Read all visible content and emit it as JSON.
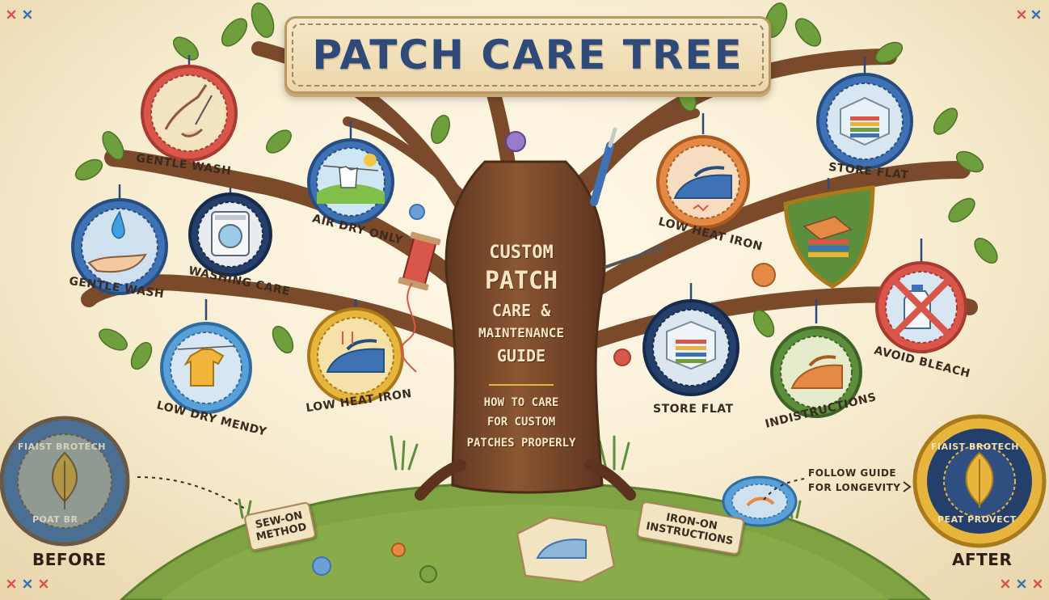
{
  "title": "PATCH CARE TREE",
  "trunk": {
    "line1": "CUSTOM",
    "line2": "PATCH",
    "line3": "CARE &",
    "line4": "MAINTENANCE",
    "line5": "GUIDE",
    "sub1": "HOW TO CARE",
    "sub2": "FOR CUSTOM",
    "sub3": "PATCHES PROPERLY"
  },
  "left_badges": {
    "gentle_wash_top": "GENTLE WASH",
    "gentle_wash": "GENTLE WASH",
    "washing_care": "WASHING CARE",
    "air_dry_only": "AIR DRY ONLY",
    "low_dry_mendy": "LOW DRY MENDY",
    "low_heat_iron": "LOW HEAT IRON"
  },
  "right_badges": {
    "low_heat_iron": "LOW HEAT IRON",
    "store_flat_top": "STORE FLAT",
    "store_flat": "STORE FLAT",
    "indistructions": "INDISTRUCTIONS",
    "avoid_bleach": "AVOID BLEACH"
  },
  "ground_tags": {
    "sew_on_1": "SEW-ON",
    "sew_on_2": "METHOD",
    "iron_on_1": "IRON-ON",
    "iron_on_2": "INSTRUCTIONS"
  },
  "before_after": {
    "before_label": "BEFORE",
    "after_label": "AFTER",
    "before_patch_top": "FIAIST BROTECH",
    "before_patch_bottom": "POAT BR",
    "after_patch_top": "FIAIST BROTECH",
    "after_patch_bottom": "PEAT PROVECT",
    "follow_1": "FOLLOW GUIDE",
    "follow_2": "FOR LONGEVITY"
  },
  "colors": {
    "trunk": "#7a4a2b",
    "leaf": "#6f9e3c",
    "banner_text": "#2f4a78",
    "red": "#d9574a",
    "blue": "#3f72b5",
    "navy": "#253f6b",
    "yellow": "#e7b43d",
    "orange": "#e58a45",
    "green": "#5c8f3c",
    "grass": "#7fa343"
  }
}
